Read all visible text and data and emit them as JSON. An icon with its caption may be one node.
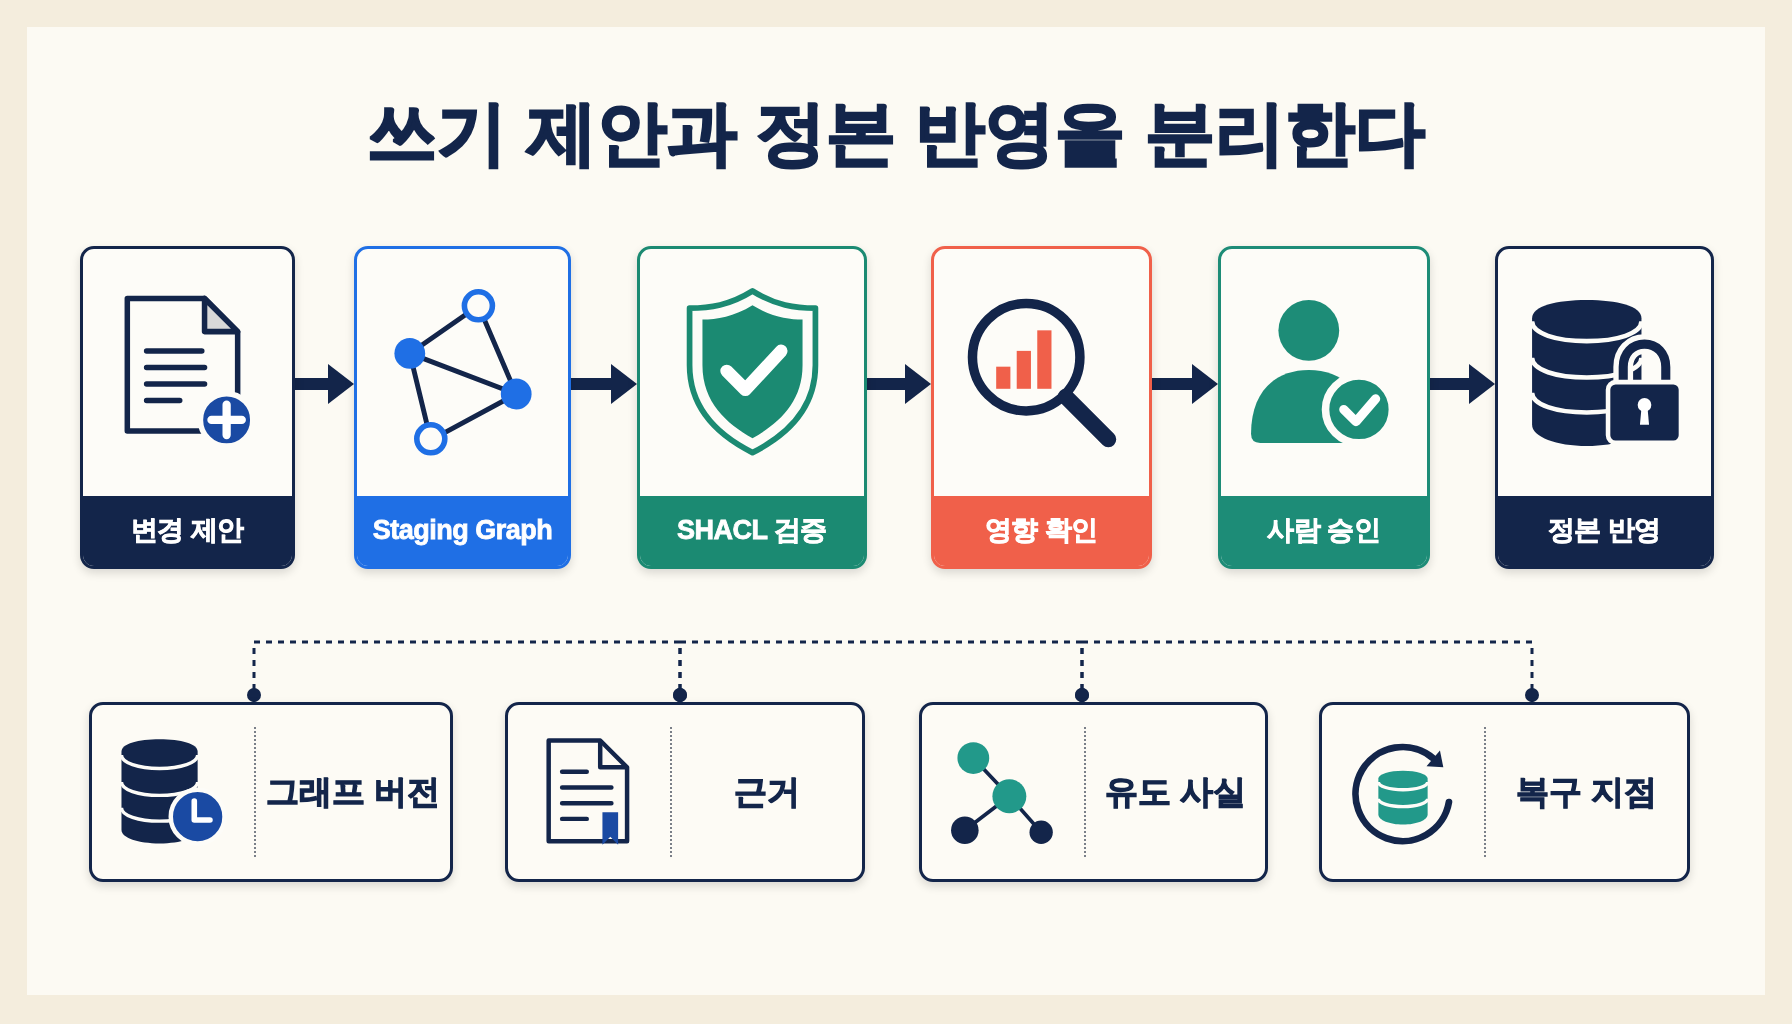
{
  "diagram": {
    "title": "쓰기 제안과 정본 반영을 분리한다",
    "nodes": [
      {
        "text": [
          "변경 제안"
        ]
      },
      {
        "text": [
          "Staging Graph"
        ]
      },
      {
        "text": [
          "SHACL 검증"
        ]
      },
      {
        "text": [
          "영향 확인"
        ]
      },
      {
        "text": [
          "사람 승인"
        ]
      },
      {
        "text": [
          "정본 반영"
        ]
      },
      {
        "text": [
          "그래프 버전"
        ]
      },
      {
        "text": [
          "근거"
        ]
      },
      {
        "text": [
          "유도 사실"
        ]
      },
      {
        "text": [
          "복구 지점"
        ]
      }
    ],
    "edges": [
      {
        "from": 0,
        "to": 1,
        "arrow": "to"
      },
      {
        "from": 1,
        "to": 2,
        "arrow": "to"
      },
      {
        "from": 2,
        "to": 3,
        "arrow": "to"
      },
      {
        "from": 3,
        "to": 4,
        "arrow": "to"
      },
      {
        "from": 4,
        "to": 5,
        "arrow": "to"
      },
      {
        "from": 6,
        "to": 7,
        "arrow": "other",
        "style": "dashed"
      },
      {
        "from": 7,
        "to": 8,
        "arrow": "other",
        "style": "dashed"
      },
      {
        "from": 8,
        "to": 9,
        "arrow": "other",
        "style": "dashed"
      }
    ]
  }
}
